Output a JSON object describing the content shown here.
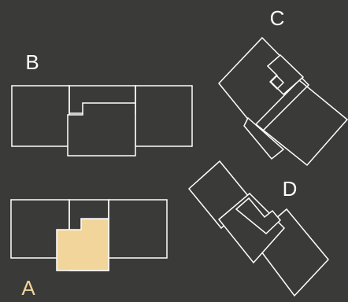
{
  "colors": {
    "background": "#3a3a38",
    "outline": "#ffffff",
    "highlight": "#f1d59b",
    "label_default": "#ffffff",
    "label_highlight": "#f1d59b"
  },
  "figures": [
    {
      "key": "A",
      "label": "A",
      "highlighted": true
    },
    {
      "key": "B",
      "label": "B",
      "highlighted": false
    },
    {
      "key": "C",
      "label": "C",
      "highlighted": false
    },
    {
      "key": "D",
      "label": "D",
      "highlighted": false
    }
  ]
}
